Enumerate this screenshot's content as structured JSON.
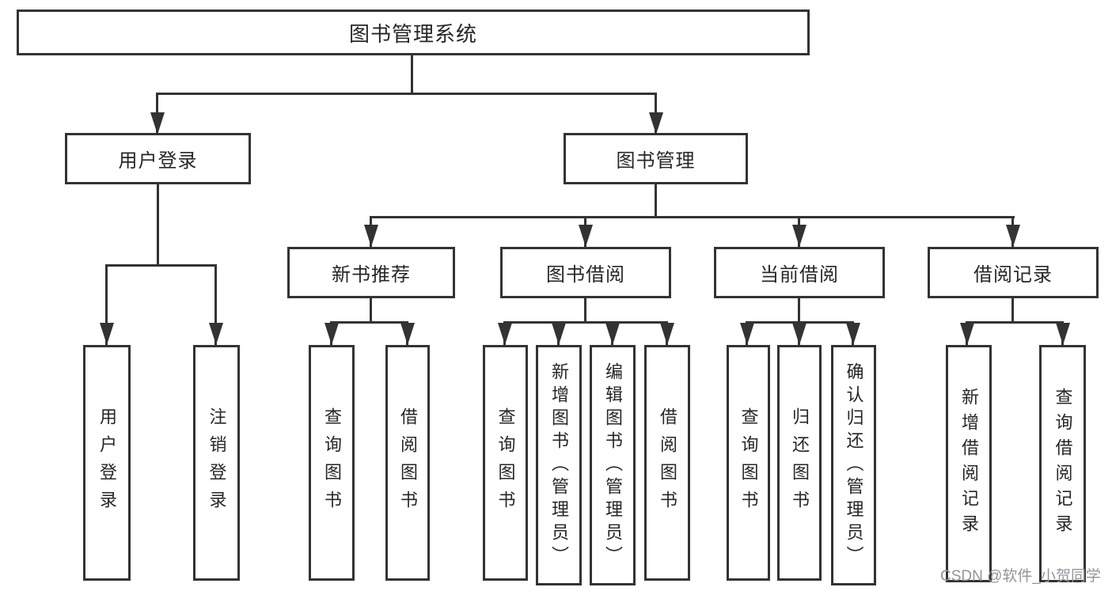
{
  "diagram_title": "图书管理系统",
  "nodes": {
    "root": "图书管理系统",
    "level2": {
      "user_login": "用户登录",
      "book_mgmt": "图书管理"
    },
    "level3": {
      "new_book": "新书推荐",
      "book_borrow": "图书借阅",
      "current_borrow": "当前借阅",
      "borrow_record": "借阅记录"
    },
    "leaves": {
      "user_login": {
        "login": "用户登录",
        "logout": "注销登录"
      },
      "new_book": {
        "query": "查询图书",
        "borrow": "借阅图书"
      },
      "book_borrow": {
        "query": "查询图书",
        "add": "新增图书（管理员）",
        "edit": "编辑图书（管理员）",
        "borrow": "借阅图书"
      },
      "current_borrow": {
        "query": "查询图书",
        "return": "归还图书",
        "confirm": "确认归还（管理员）"
      },
      "borrow_record": {
        "add": "新增借阅记录",
        "query": "查询借阅记录"
      }
    }
  },
  "watermark": "CSDN @软件_小贺同学",
  "colors": {
    "line": "#333333",
    "text": "#262626",
    "watermark": "#94949c",
    "background": "#ffffff"
  }
}
